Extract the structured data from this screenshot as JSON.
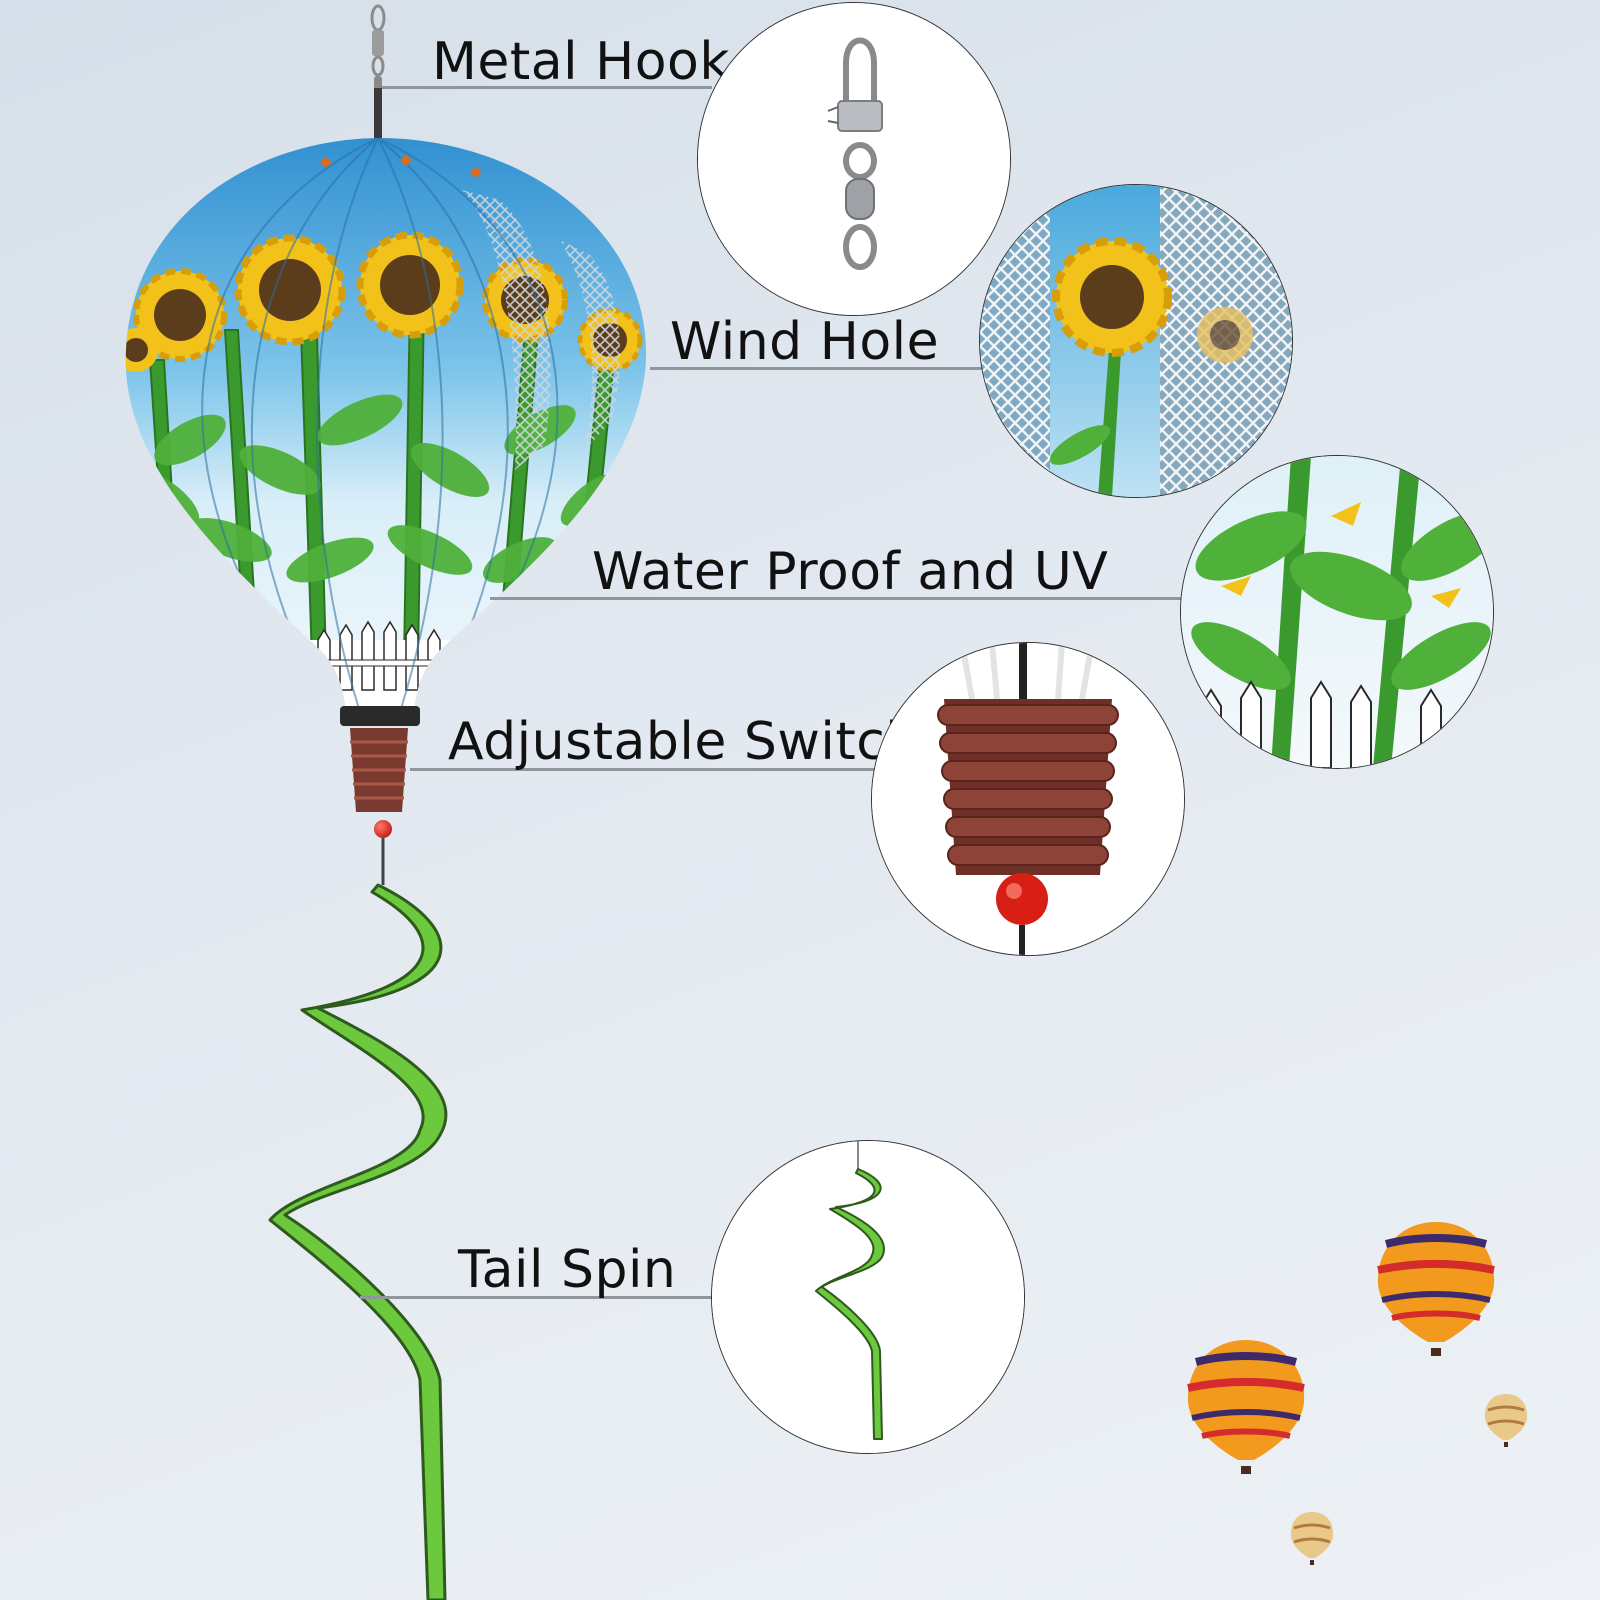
{
  "callouts": {
    "metal_hook": "Metal Hook",
    "wind_hole": "Wind Hole",
    "water_proof": "Water Proof and UV",
    "adjustable_switch": "Adjustable Switch",
    "tail_spin": "Tail Spin"
  },
  "colors": {
    "sky_blue": "#3fa3dc",
    "sunflower": "#f2c21a",
    "leaf_green": "#3b9a2e",
    "fence_white": "#ffffff",
    "bushing_brown": "#7a3a30",
    "tail_green": "#6cc83c",
    "leader_gray": "#8f969c",
    "background": "#e3e9f0"
  },
  "icons": [
    "metal-hook-icon",
    "balloon-spinner",
    "tail-spin-icon",
    "bead-icon"
  ]
}
